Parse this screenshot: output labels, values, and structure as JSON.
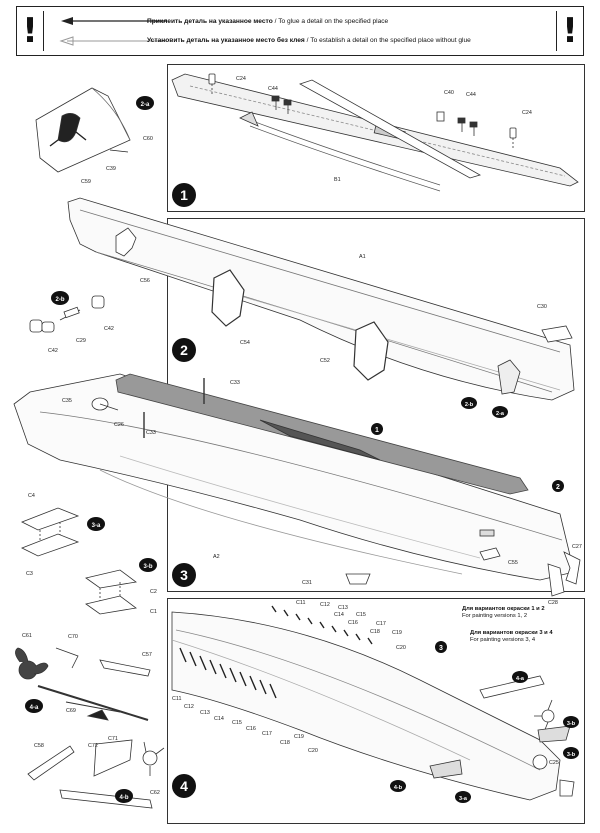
{
  "legend": {
    "left_mark": "!",
    "right_mark": "!",
    "glue": {
      "ru": "Приклеить деталь на указанное место",
      "sep": "/",
      "en": "To glue a detail on the specified place"
    },
    "noglue": {
      "ru": "Установить деталь на указанное место без клея",
      "sep": "/",
      "en": "To establish a detail on the specified place without glue"
    }
  },
  "steps": {
    "s1": "1",
    "s2": "2",
    "s3": "3",
    "s4": "4"
  },
  "substeps": {
    "s2a": "2-a",
    "s2b": "2-b",
    "s3a": "3-a",
    "s3b": "3-b",
    "s4a": "4-a",
    "s4b": "4-b"
  },
  "parts": {
    "C24": "C24",
    "C44": "C44",
    "C40": "C40",
    "B1": "B1",
    "C60": "C60",
    "C39": "C39",
    "C59": "C59",
    "A1": "A1",
    "C56": "C56",
    "C54": "C54",
    "C52": "C52",
    "C30": "C30",
    "C29": "C29",
    "C42": "C42",
    "C33": "C33",
    "C35": "C35",
    "C26": "C26",
    "A2": "A2",
    "C55": "C55",
    "C27": "C27",
    "C28": "C28",
    "C31": "C31",
    "C4": "C4",
    "C3": "C3",
    "C2": "C2",
    "C1": "C1",
    "C61": "C61",
    "C70": "C70",
    "C57": "C57",
    "C69": "C69",
    "C58": "C58",
    "C71": "C71",
    "C72": "C72",
    "C62": "C62",
    "C11": "C11",
    "C12": "C12",
    "C13": "C13",
    "C14": "C14",
    "C15": "C15",
    "C16": "C16",
    "C17": "C17",
    "C18": "C18",
    "C19": "C19",
    "C20": "C20",
    "C25": "C25"
  },
  "paint_notes": {
    "v12": {
      "ru": "Для вариантов окраски 1 и 2",
      "en": "For painting versions 1, 2"
    },
    "v34": {
      "ru": "Для вариантов окраски 3 и 4",
      "en": "For painting versions 3, 4"
    }
  },
  "colors": {
    "ink": "#222222",
    "step_badge": "#111111",
    "paper": "#ffffff"
  }
}
